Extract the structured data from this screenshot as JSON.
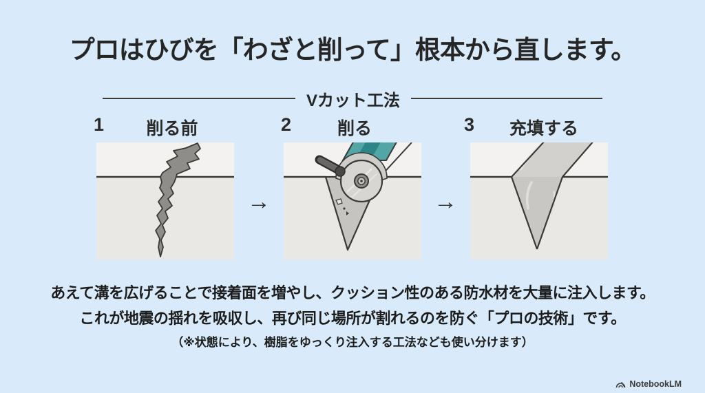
{
  "page": {
    "title": "プロはひびを「わざと削って」根本から直します。"
  },
  "method": {
    "label": "Vカット工法"
  },
  "steps": [
    {
      "number": "1",
      "label": "削る前",
      "illustration": "crack-before-cutting"
    },
    {
      "number": "2",
      "label": "削る",
      "illustration": "grinder-cutting-v-groove"
    },
    {
      "number": "3",
      "label": "充填する",
      "illustration": "v-groove-filled-with-sealant"
    }
  ],
  "arrows": {
    "glyph": "→"
  },
  "description": {
    "line1": "あえて溝を広げることで接着面を増やし、クッション性のある防水材を大量に注入します。",
    "line2": "これが地震の揺れを吸収し、再び同じ場所が割れるのを防ぐ「プロの技術」です。",
    "note": "（※状態により、樹脂をゆっくり注入する工法なども使い分けます）"
  },
  "watermark": {
    "label": "NotebookLM",
    "icon": "notebooklm-logo-icon"
  },
  "colors": {
    "background": "#d9eafa",
    "text": "#1c1c1c",
    "outline": "#3a3936",
    "panel_above_surface": "#f3f2f0",
    "panel_below_surface": "#eae8e5",
    "crack_fill": "#8f8d8a",
    "groove_fill": "#c6c4c1",
    "sealant_fill": "#c9c7c4",
    "sealant_overflow": "#d3d1ce",
    "sealant_highlight": "#ebe9e7",
    "grinder_teal": "#53a6a6",
    "grinder_teal_dark": "#2c8687",
    "disc_gray": "#d8d6d3",
    "guard_gray": "#cfcdca",
    "handle_gray": "#6a6866"
  }
}
